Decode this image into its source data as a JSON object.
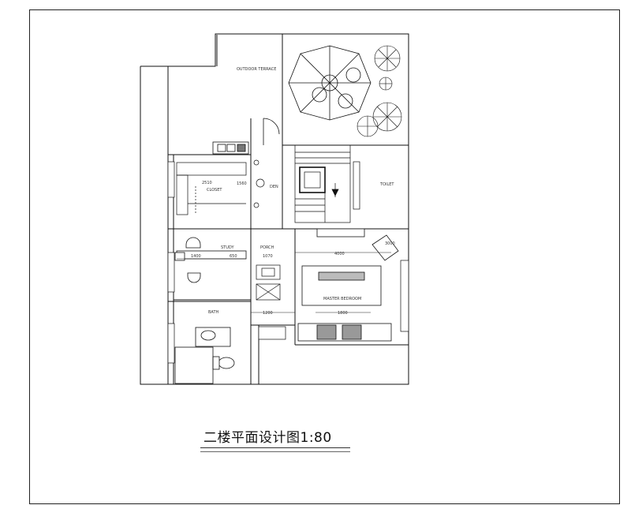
{
  "drawing": {
    "title": "二楼平面设计图1:80"
  },
  "rooms": {
    "terrace": "OUTDOOR TERRACE",
    "closet": "CLOSET",
    "den": "DEN",
    "toilet": "TOILET",
    "study": "STUDY",
    "porch": "PORCH",
    "master_bedroom": "MASTER BEDROOM",
    "bath": "BATH"
  },
  "dimensions": {
    "closet_width": "2510",
    "closet_height": "1560",
    "study_width": "1400",
    "porch_height": "1070",
    "study_depth": "650",
    "bedroom_width": "4000",
    "bedroom_depth": "3000",
    "bath_width": "1200",
    "bed_width": "1800"
  },
  "icons": {
    "umbrella_table": "umbrella-table-icon",
    "plants": "potted-plant-icon",
    "stairs": "staircase-icon",
    "toilet": "toilet-icon",
    "washbasin": "washbasin-icon",
    "bed": "double-bed-icon",
    "chair": "chair-icon",
    "sink": "kitchen-sink-icon"
  }
}
